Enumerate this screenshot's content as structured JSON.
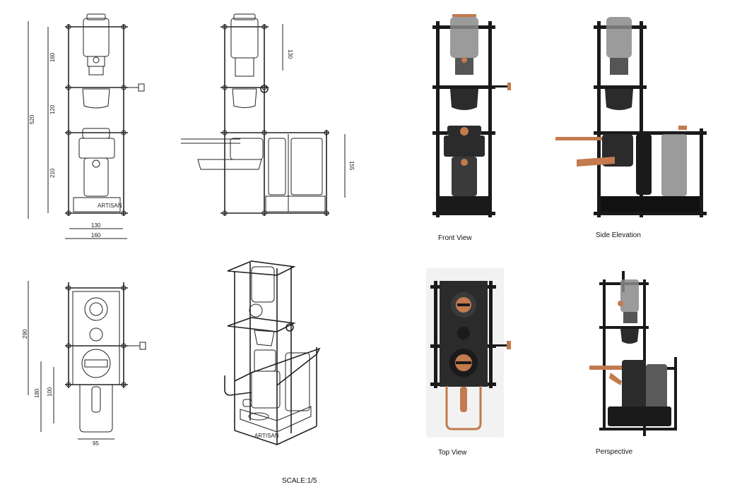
{
  "dimensions": {
    "front_total_height": "520",
    "front_section_top": "160",
    "front_section_mid": "120",
    "front_section_bottom": "210",
    "front_inner_width": "130",
    "front_outer_width": "160",
    "side_top": "130",
    "side_right": "155",
    "top_height": "290",
    "top_lower_a": "180",
    "top_lower_b": "100",
    "top_width": "95"
  },
  "labels": {
    "front_view": "Front View",
    "side_elevation": "Side Elevation",
    "top_view": "Top View",
    "perspective": "Perspective",
    "scale": "SCALE:1/5"
  },
  "colors": {
    "frame": "#1a1a1a",
    "body": "#2b2b2b",
    "glass": "#8a8a8a",
    "copper": "#c27a4e"
  }
}
